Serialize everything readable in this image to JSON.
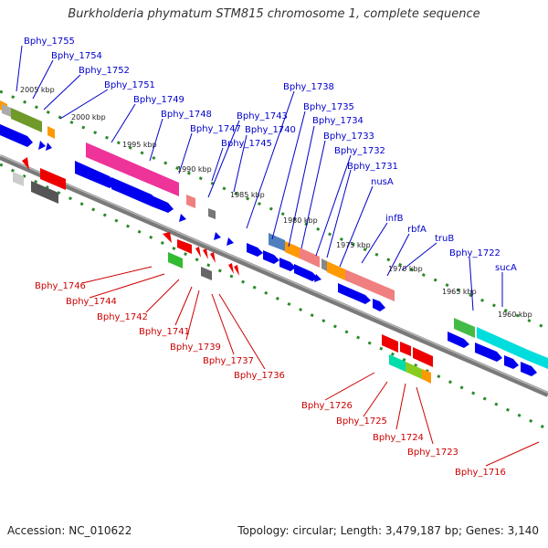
{
  "title": "Burkholderia phymatum STM815 chromosome 1, complete sequence",
  "accession": "Accession: NC_010622",
  "topology": "Topology: circular; Length: 3,479,187 bp; Genes: 3,140",
  "ticks": [
    "2005 kbp",
    "2000 kbp",
    "1995 kbp",
    "1990 kbp",
    "1985 kbp",
    "1980 kbp",
    "1975 kbp",
    "1970 kbp",
    "1965 kbp",
    "1960 kbp"
  ],
  "top_labels": [
    "Bphy_1755",
    "Bphy_1754",
    "Bphy_1752",
    "Bphy_1751",
    "Bphy_1749",
    "Bphy_1748",
    "Bphy_1747",
    "Bphy_1743",
    "Bphy_1740",
    "Bphy_1745",
    "Bphy_1738",
    "Bphy_1735",
    "Bphy_1734",
    "Bphy_1733",
    "Bphy_1732",
    "Bphy_1731",
    "nusA",
    "infB",
    "rbfA",
    "truB",
    "Bphy_1722",
    "sucA"
  ],
  "bottom_labels": [
    "Bphy_1746",
    "Bphy_1744",
    "Bphy_1742",
    "Bphy_1741",
    "Bphy_1739",
    "Bphy_1737",
    "Bphy_1736",
    "Bphy_1726",
    "Bphy_1725",
    "Bphy_1724",
    "Bphy_1723",
    "Bphy_1716"
  ],
  "colors": {
    "forward_label": "#0000cc",
    "reverse_label": "#cc0000",
    "backbone": "#808080",
    "tick_green": "#2a8a2a"
  }
}
